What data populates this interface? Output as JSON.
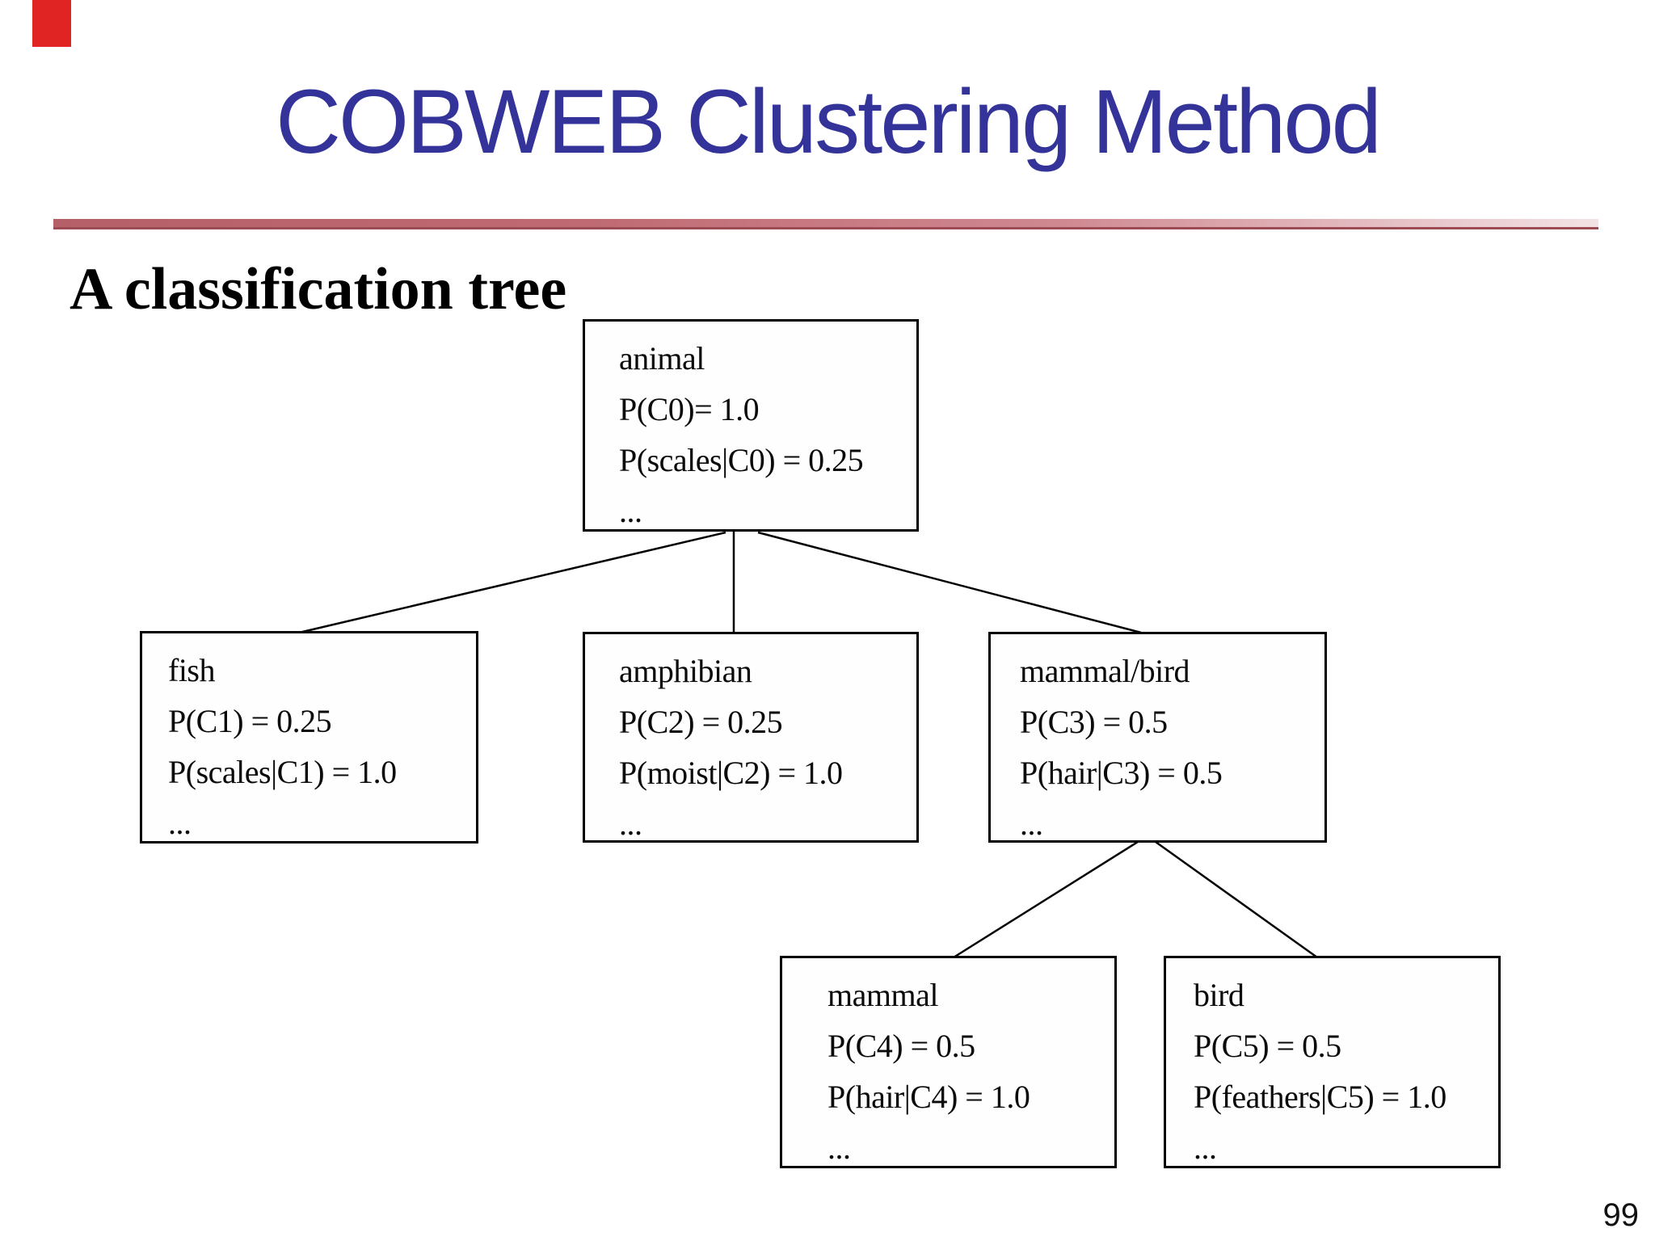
{
  "slide": {
    "title": "COBWEB Clustering Method",
    "heading": "A classification tree",
    "page_number": "99"
  },
  "colors": {
    "title_text": "#333399",
    "divider_left": "#b55f69",
    "divider_right": "#f3e3e5",
    "corner_accent_red": "#e02424",
    "box_border": "#000000",
    "body_text": "#000000"
  },
  "tree": {
    "nodes": [
      {
        "name": "animal",
        "lines": [
          "P(C0)= 1.0",
          "P(scales|C0) = 0.25",
          "..."
        ]
      },
      {
        "name": "fish",
        "lines": [
          "P(C1) = 0.25",
          "P(scales|C1) = 1.0",
          "..."
        ]
      },
      {
        "name": "amphibian",
        "lines": [
          "P(C2) = 0.25",
          "P(moist|C2) = 1.0",
          "..."
        ]
      },
      {
        "name": "mammal/bird",
        "lines": [
          "P(C3) = 0.5",
          "P(hair|C3) = 0.5",
          "..."
        ]
      },
      {
        "name": "mammal",
        "lines": [
          "P(C4) = 0.5",
          "P(hair|C4) = 1.0",
          "..."
        ]
      },
      {
        "name": "bird",
        "lines": [
          "P(C5) = 0.5",
          "P(feathers|C5) = 1.0",
          "..."
        ]
      }
    ],
    "edges": [
      {
        "from": "animal",
        "to": "fish"
      },
      {
        "from": "animal",
        "to": "amphibian"
      },
      {
        "from": "animal",
        "to": "mammal/bird"
      },
      {
        "from": "mammal/bird",
        "to": "mammal"
      },
      {
        "from": "mammal/bird",
        "to": "bird"
      }
    ]
  }
}
